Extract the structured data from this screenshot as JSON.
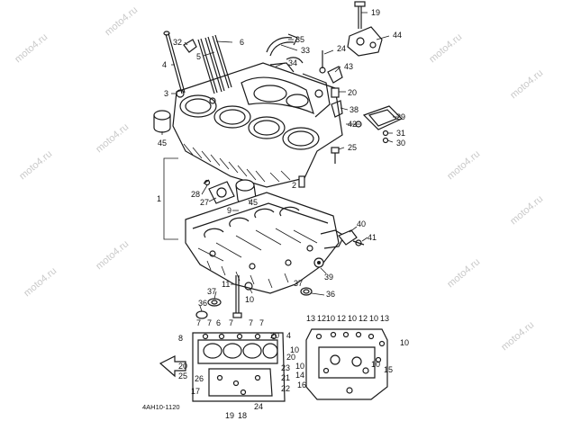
{
  "watermark": "moto4.ru",
  "diagram_code": "4AH10-1120",
  "labels": {
    "c19": "19",
    "c44": "44",
    "c35": "35",
    "c33": "33",
    "c24": "24",
    "c34": "34",
    "c43": "43",
    "c20a": "20",
    "c38": "38",
    "c42": "42",
    "c29": "29",
    "c31": "31",
    "c30": "30",
    "c25a": "25",
    "c32": "32",
    "c6": "6",
    "c5": "5",
    "c4": "4",
    "c3": "3",
    "c45a": "45",
    "c1": "1",
    "c2": "2",
    "c28": "28",
    "c27": "27",
    "c45b": "45",
    "c9": "9",
    "c40": "40",
    "c41": "41",
    "c39": "39",
    "c11": "11",
    "c37a": "37",
    "c36a": "36",
    "c10a": "10",
    "c37b": "37",
    "c36b": "36",
    "l7a": "7",
    "l7b": "7",
    "l6": "6",
    "l7c": "7",
    "l7d": "7",
    "l7e": "7",
    "l8": "8",
    "l4": "4",
    "l20a": "20",
    "l20b": "20",
    "l25": "25",
    "l26": "26",
    "l23": "23",
    "l21": "21",
    "l17": "17",
    "l22": "22",
    "l24": "24",
    "l19": "19",
    "l18": "18",
    "l20c": "20",
    "r13a": "13",
    "r12a": "12",
    "r10a": "10",
    "r12b": "12",
    "r10b": "10",
    "r12c": "12",
    "r10c": "10",
    "r13b": "13",
    "r10d": "10",
    "r10e": "10",
    "r10f": "10",
    "r14": "14",
    "r15": "15",
    "r16": "16",
    "r10g": "10"
  },
  "colors": {
    "ink": "#1a1a1a",
    "watermark": "#c9c9c9",
    "background": "#ffffff"
  }
}
